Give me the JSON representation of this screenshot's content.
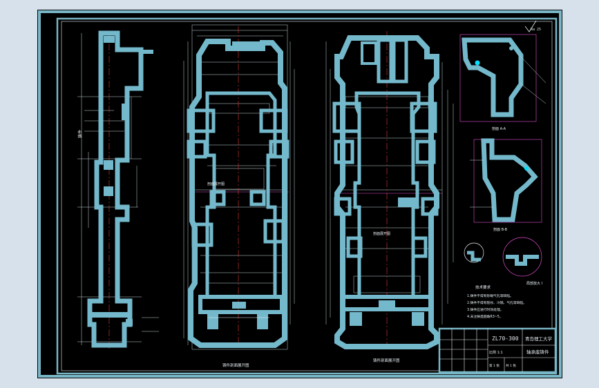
{
  "drawing": {
    "drawing_number": "ZL70-300",
    "title_block": {
      "school": "青岛理工大学",
      "part_name": "轴承座铸件",
      "scale": "比例 1:1",
      "sheet": "第 1 张",
      "total": "共 1 张"
    },
    "roughness_note": "Ra 25",
    "notes_heading": "技术要求",
    "notes": [
      "1.铸件不得有砂眼气孔等缺陷。",
      "2.铸件不得有裂纹、冷隔、气孔等缺陷。",
      "3.铸件应进行时效处理。",
      "4.未注铸造圆角R3~5。"
    ],
    "view_captions": {
      "middle": "铸件剖面展开图",
      "right": "铸件剖面展开图",
      "middle_mid": "剖面展开图",
      "right_mid": "剖面展开图",
      "detail_a": "剖面 A-A",
      "detail_b": "剖面 B-B",
      "detail_c": "局部放大 I"
    }
  },
  "colors": {
    "background": "#d7e1ec",
    "sheet": "#000000",
    "frame": "#79b6c6",
    "part": "#74b9cb",
    "line": "#e8f0f4",
    "dim": "#c9d6dc",
    "center": "#e03a3a",
    "aux": "#e04fd0"
  }
}
